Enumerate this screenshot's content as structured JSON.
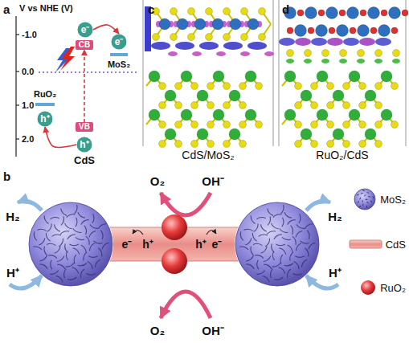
{
  "diagram": {
    "nodes": [
      {
        "text": [
          "e⁻"
        ]
      },
      {
        "text": [
          "CB"
        ]
      },
      {
        "text": [
          "e⁻"
        ]
      },
      {
        "text": [
          "VB"
        ]
      },
      {
        "text": [
          "h⁺"
        ]
      },
      {
        "text": [
          "h⁺"
        ]
      },
      {
        "text": [
          "e⁻",
          "h⁺",
          "h⁺",
          "e⁻"
        ]
      }
    ],
    "edges": [
      {
        "from": 3,
        "to": 1,
        "arrow": "to"
      },
      {
        "from": 0,
        "to": 2,
        "arrow": "to"
      },
      {
        "from": 4,
        "to": 5,
        "arrow": "to"
      }
    ],
    "labels": [
      "a",
      "V vs NHE (V)",
      "-1.0",
      "0.0",
      "1.0",
      "2.0",
      "MoS₂",
      "RuO₂",
      "CdS",
      "c",
      "CdS/MoS₂",
      "d",
      "RuO₂/CdS",
      "b",
      "O₂",
      "OH⁻",
      "O₂",
      "OH⁻",
      "H₂",
      "H⁺",
      "H₂",
      "H⁺"
    ],
    "legend": [
      {
        "text": "MoS₂"
      },
      {
        "text": "CdS"
      },
      {
        "text": "RuO₂"
      }
    ]
  }
}
